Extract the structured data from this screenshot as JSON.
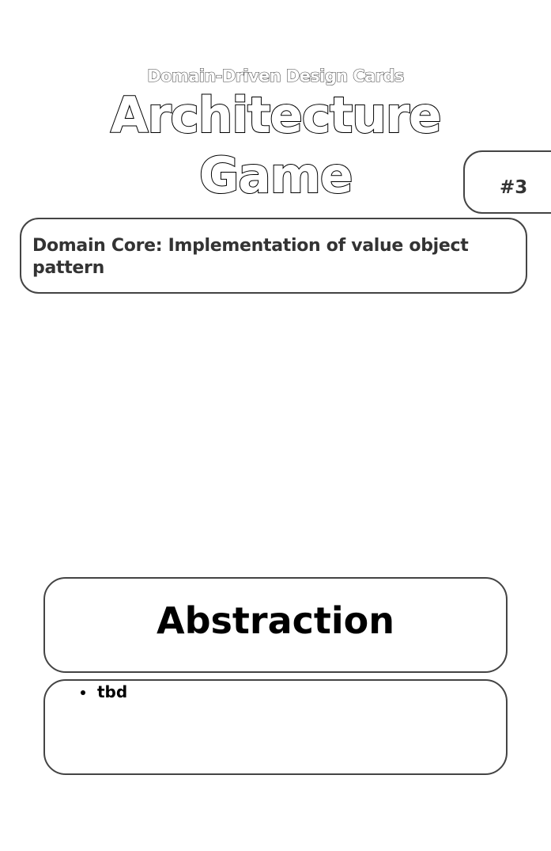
{
  "header": {
    "supertitle": "Domain-Driven Design Cards",
    "title_line1": "Architecture",
    "title_line2": "Game",
    "card_number": "#3"
  },
  "card": {
    "subtitle": "Domain Core: Implementation of value object pattern",
    "category": "Abstraction",
    "details": [
      "tbd"
    ]
  },
  "colors": {
    "outline": "#000000",
    "border": "#444444",
    "text_dark": "#333333",
    "background": "#ffffff"
  }
}
